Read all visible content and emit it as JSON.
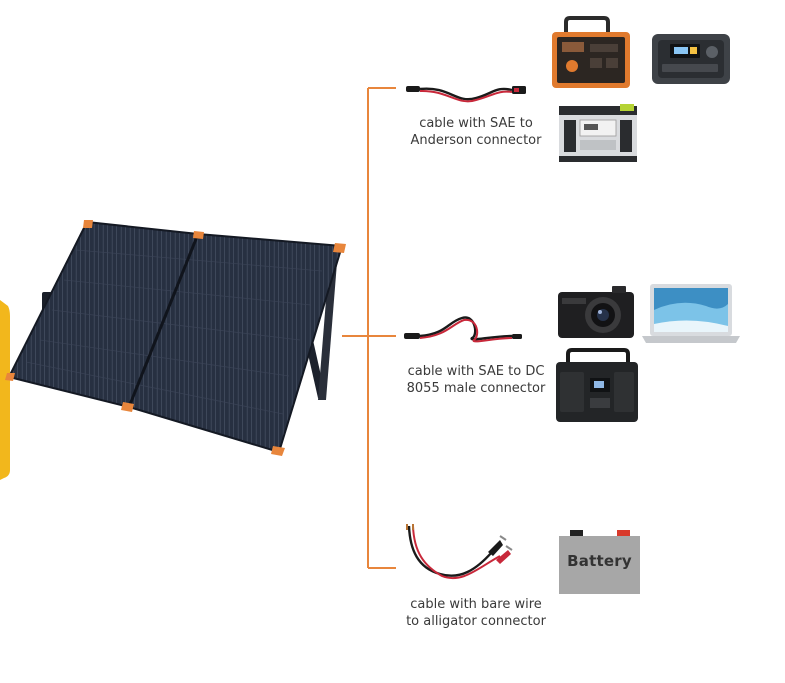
{
  "diagram": {
    "connections": [
      {
        "caption_lines": [
          "cable with SAE to",
          "Anderson connector"
        ]
      },
      {
        "caption_lines": [
          "cable with SAE to DC",
          "8055 male connector"
        ]
      },
      {
        "caption_lines": [
          "cable with bare wire",
          "to alligator connector"
        ]
      }
    ],
    "battery_label": "Battery"
  },
  "colors": {
    "accent_orange": "#e8863c",
    "side_tab_yellow": "#f2b71c",
    "panel_dark": "#232a38",
    "cable_red": "#c8283a",
    "battery_gray": "#a7a7a7"
  }
}
